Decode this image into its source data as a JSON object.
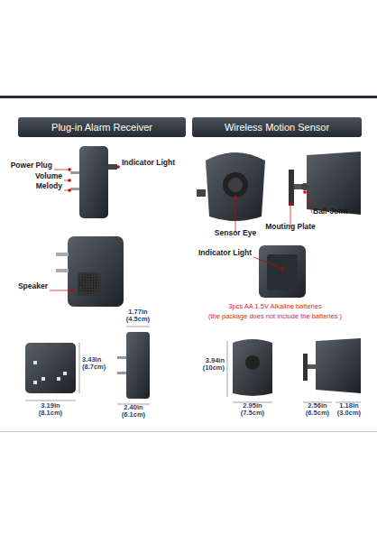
{
  "diagram": {
    "nodes": [
      {
        "text": [
          "Plug-in Alarm Receiver"
        ]
      },
      {
        "text": [
          "Wireless Motion Sensor"
        ]
      }
    ],
    "labels": [
      "Power Plug",
      "Volume",
      "Melody",
      "Indicator Light",
      "Speaker",
      "Sensor Eye",
      "Ball-Joint",
      "Mouting Plate",
      "Indicator Light",
      "3pcs AA 1.5V Alkaline batteries",
      "(the package does not include the batteries )",
      "1.77in",
      "(4.5cm)",
      "3.43in",
      "(8.7cm)",
      "3.19in",
      "(8.1cm)",
      "2.40in",
      "(6.1cm)",
      "3.94in",
      "(10cm)",
      "2.95in",
      "(7.5cm)",
      "2.56in",
      "(6.5cm)",
      "1.18in",
      "(3.0cm)"
    ]
  }
}
